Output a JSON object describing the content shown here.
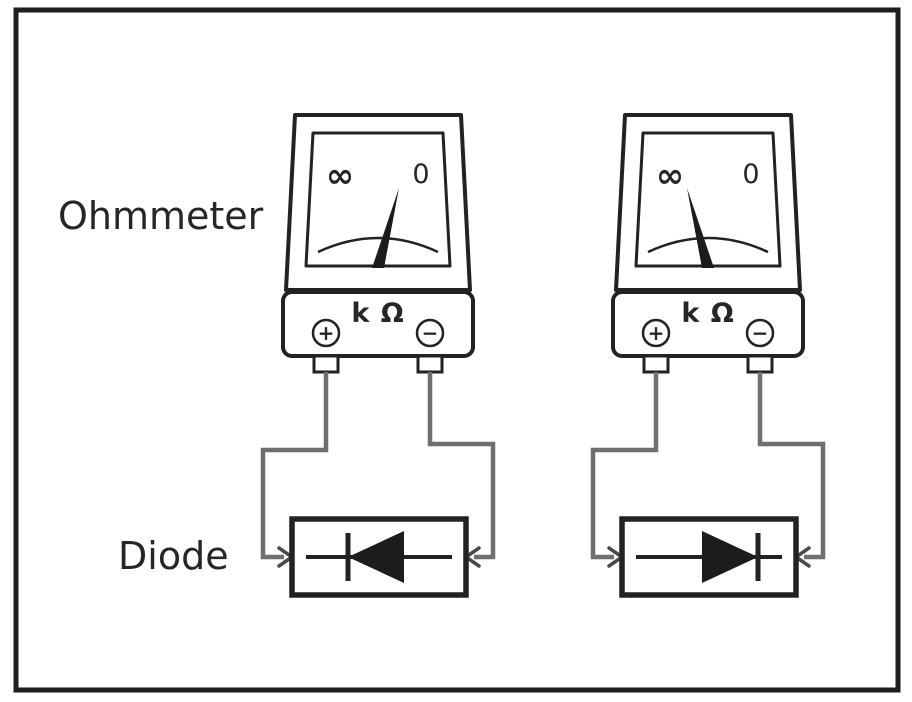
{
  "labels": {
    "ohmmeter": "Ohmmeter",
    "diode": "Diode"
  },
  "meter_face": {
    "infinity": "∞",
    "zero": "0",
    "unit": "k Ω",
    "plus": "+",
    "minus": "−"
  },
  "colors": {
    "line": "#222222",
    "wire": "#6f6f6f",
    "background": "#ffffff"
  },
  "circuits": [
    {
      "side": "left",
      "needle_deflection": "right-toward-zero",
      "diode_triangle_points": "left"
    },
    {
      "side": "right",
      "needle_deflection": "left-toward-infinity",
      "diode_triangle_points": "right"
    }
  ]
}
